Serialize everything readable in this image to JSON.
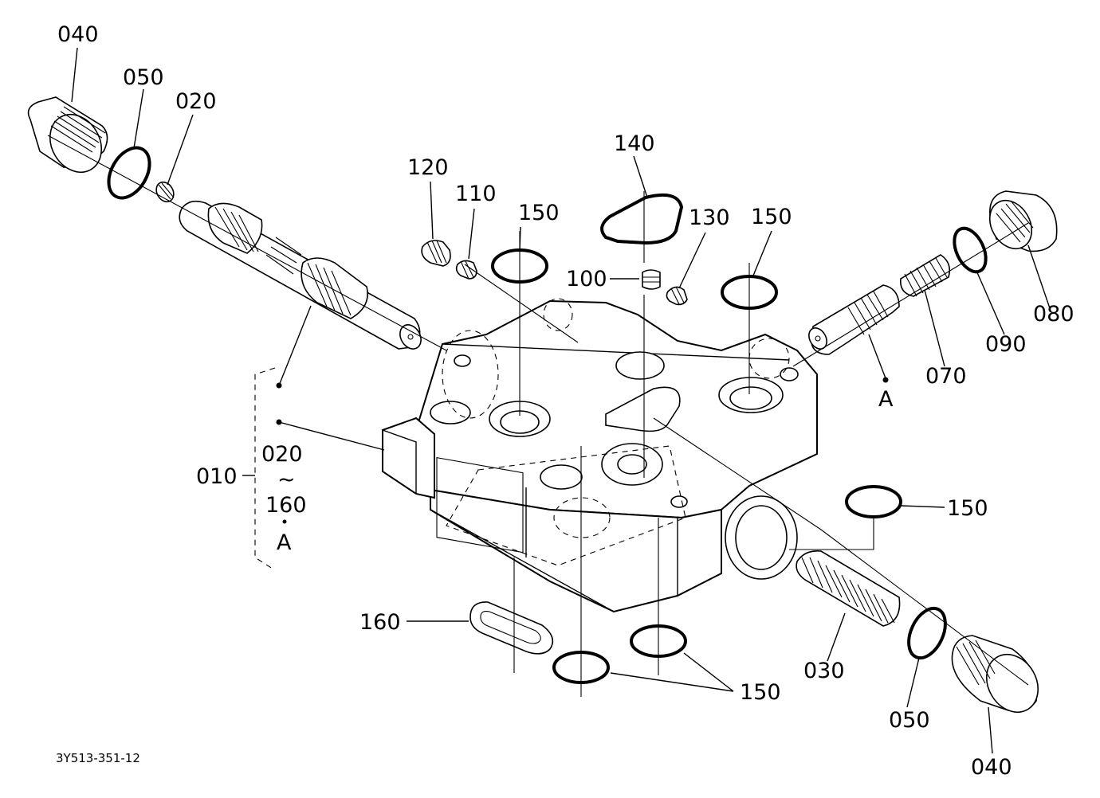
{
  "diagram": {
    "drawing_number": "3Y513-351-12",
    "callouts": {
      "c040_top": "040",
      "c050_top": "050",
      "c020_top": "020",
      "c120": "120",
      "c110": "110",
      "c150_a": "150",
      "c140": "140",
      "c130": "130",
      "c100": "100",
      "c150_b": "150",
      "c080": "080",
      "c090": "090",
      "c070": "070",
      "c_a_right": "A",
      "c010": "010",
      "c020_group": "020",
      "c_tilde": "~",
      "c160_group": "160",
      "c_a_group": "A",
      "c150_c": "150",
      "c160": "160",
      "c150_d": "150",
      "c030": "030",
      "c050_bottom": "050",
      "c040_bottom": "040"
    }
  }
}
